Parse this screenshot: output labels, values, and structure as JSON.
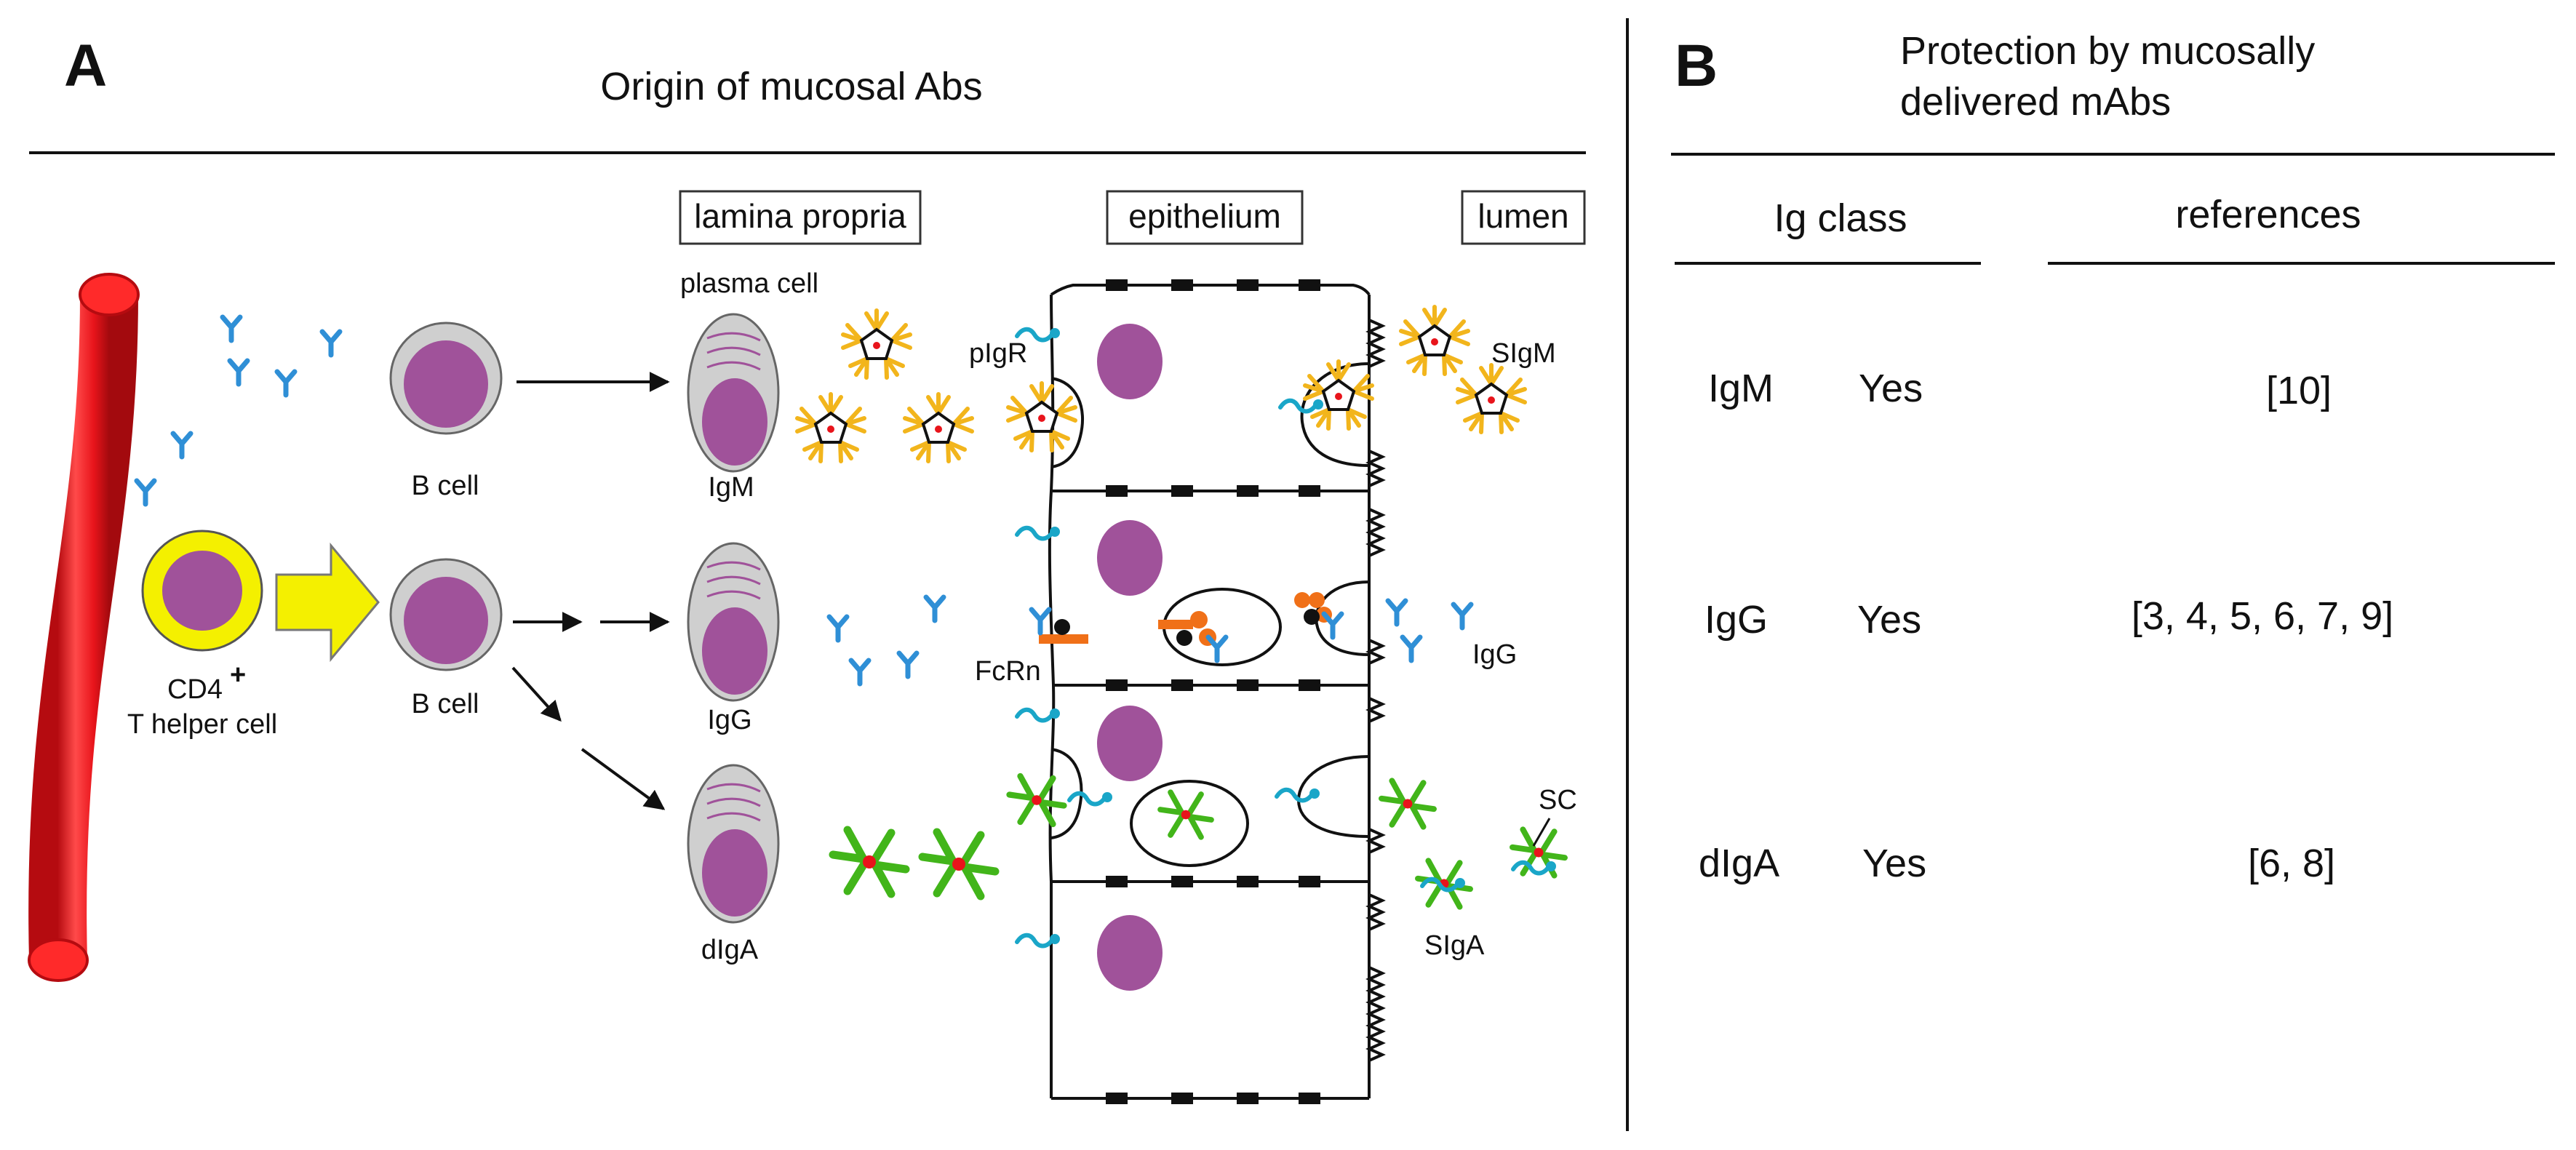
{
  "panel_a": {
    "letter": "A",
    "title": "Origin of mucosal Abs",
    "regions": {
      "lamina_propria": "lamina propria",
      "epithelium": "epithelium",
      "lumen": "lumen"
    },
    "cells": {
      "plasma_cell": "plasma cell",
      "b_cell_top": "B cell",
      "b_cell_mid": "B cell",
      "t_helper_line1": "CD4",
      "t_helper_sup": "+",
      "t_helper_line2": "T helper cell"
    },
    "antibodies": {
      "igm": "IgM",
      "igg": "IgG",
      "digA": "dIgA",
      "sigm": "SIgM",
      "igg_lumen": "IgG",
      "siga": "SIgA"
    },
    "receptors": {
      "pigr": "pIgR",
      "fcrn": "FcRn",
      "sc": "SC"
    }
  },
  "panel_b": {
    "letter": "B",
    "title_line1": "Protection by mucosally",
    "title_line2": "delivered mAbs",
    "headers": {
      "ig_class": "Ig class",
      "references": "references"
    },
    "rows": [
      {
        "class": "IgM",
        "protection": "Yes",
        "references": "[10]"
      },
      {
        "class": "IgG",
        "protection": "Yes",
        "references": "[3, 4, 5, 6, 7, 9]"
      },
      {
        "class": "dIgA",
        "protection": "Yes",
        "references": "[6, 8]"
      }
    ]
  },
  "colors": {
    "blood_vessel": "#e8141b",
    "nucleus": "#a0529a",
    "cell_body": "#cfcfcf",
    "t_cell_ring": "#f4f000",
    "antibody_blue": "#2f8fd6",
    "iga_green": "#42b51a",
    "pigr_cyan": "#1aa6c8",
    "fcrn_orange": "#f07018",
    "igm_yellow": "#f2b51c"
  }
}
